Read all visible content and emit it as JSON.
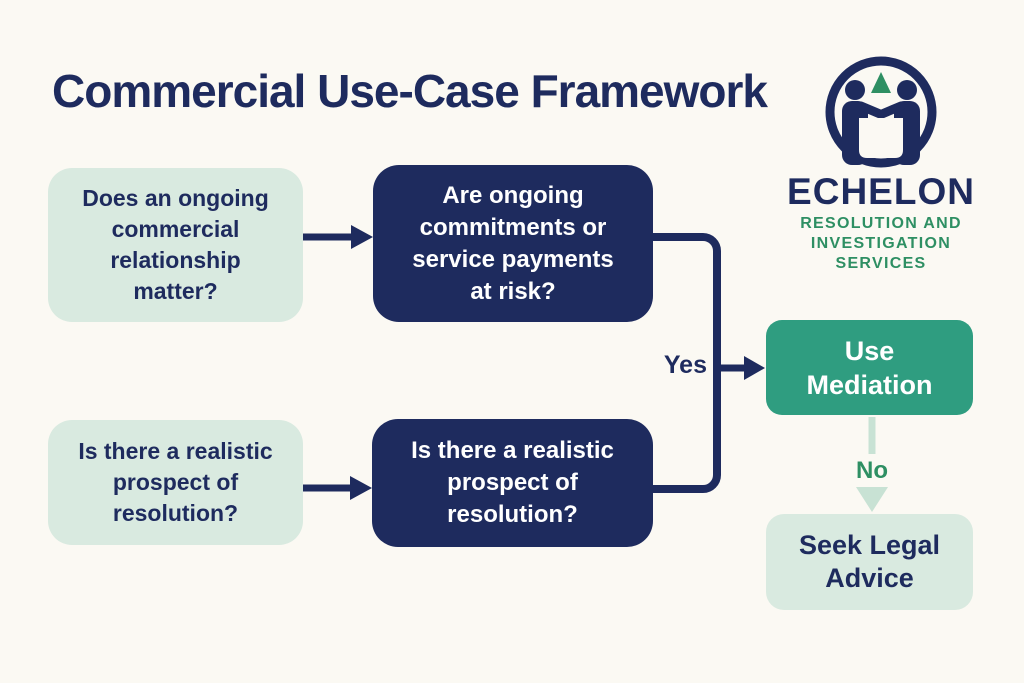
{
  "colors": {
    "bg": "#fbf9f3",
    "navy": "#1e2b5e",
    "mint": "#d9eae0",
    "teal": "#2f9d80",
    "green": "#2e8f63",
    "pale-green": "#c8e2d4",
    "white": "#ffffff"
  },
  "title": "Commercial Use-Case Framework",
  "logo": {
    "name": "ECHELON",
    "tagline": [
      "RESOLUTION AND",
      "INVESTIGATION",
      "SERVICES"
    ]
  },
  "flowchart": {
    "questions": {
      "q1": "Does an ongoing\ncommercial\nrelationship\nmatter?",
      "q2": "Are ongoing\ncommitments or\nservice payments\nat risk?",
      "q3": "Is there a realistic\nprospect of\nresolution?",
      "q4": "Is there a realistic\nprospect of\nresolution?"
    },
    "outcomes": {
      "mediation": "Use\nMediation",
      "legal": "Seek Legal\nAdvice"
    },
    "labels": {
      "yes": "Yes",
      "no": "No"
    }
  }
}
